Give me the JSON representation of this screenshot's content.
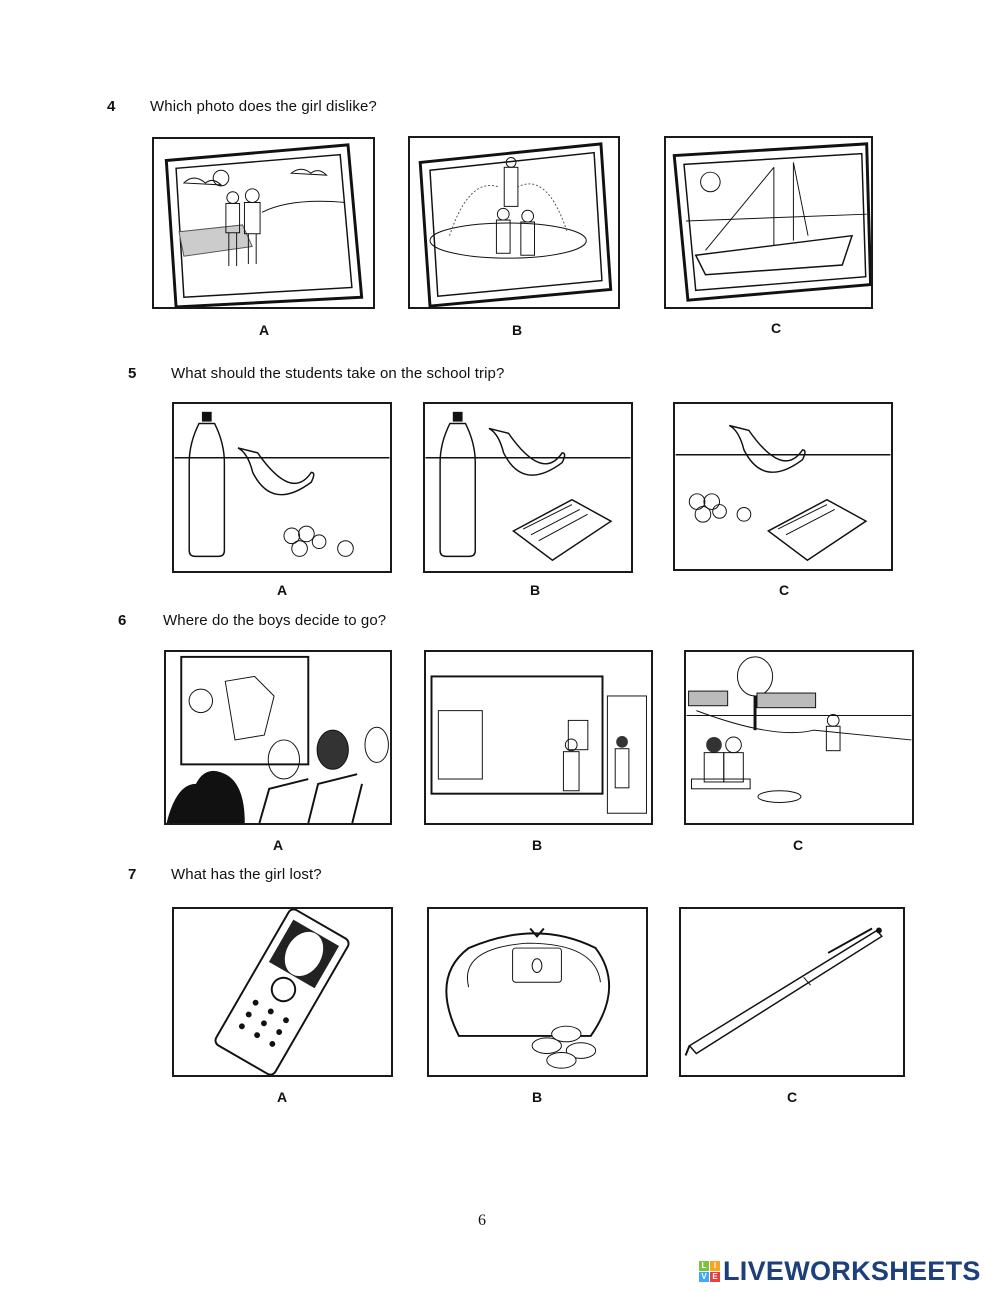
{
  "questions": [
    {
      "number": "4",
      "text": "Which photo does the girl dislike?",
      "options": [
        {
          "label": "A",
          "image": "photo of couple walking on beach"
        },
        {
          "label": "B",
          "image": "photo of family at fountain with statue"
        },
        {
          "label": "C",
          "image": "photo of sailing boat"
        }
      ]
    },
    {
      "number": "5",
      "text": "What should the students take on the school trip?",
      "options": [
        {
          "label": "A",
          "image": "water bottle, banana and coins"
        },
        {
          "label": "B",
          "image": "water bottle, banana and coloured pencils"
        },
        {
          "label": "C",
          "image": "banana, coins and coloured pencils"
        }
      ]
    },
    {
      "number": "6",
      "text": "Where do the boys decide to go?",
      "options": [
        {
          "label": "A",
          "image": "cinema audience watching screen"
        },
        {
          "label": "B",
          "image": "boys at games shop window"
        },
        {
          "label": "C",
          "image": "skate park with boys on bench"
        }
      ]
    },
    {
      "number": "7",
      "text": "What has the girl lost?",
      "options": [
        {
          "label": "A",
          "image": "mobile phone"
        },
        {
          "label": "B",
          "image": "purse with coins"
        },
        {
          "label": "C",
          "image": "pen"
        }
      ]
    }
  ],
  "page_number": "6",
  "brand": {
    "name": "LIVEWORKSHEETS",
    "logo_letters": [
      "L",
      "I",
      "V",
      "E"
    ],
    "logo_colors": [
      "#7cc242",
      "#f6a623",
      "#3fa9f5",
      "#e8413c"
    ],
    "text_color": "#1d3f7a"
  }
}
